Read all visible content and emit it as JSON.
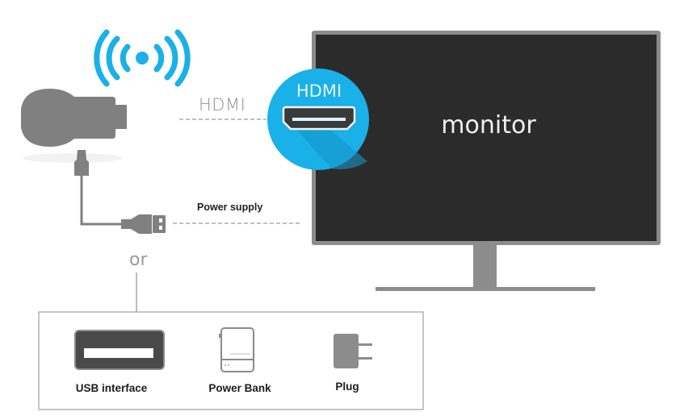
{
  "diagram": {
    "title": "Wireless display dongle connection diagram",
    "colors": {
      "accent_blue": "#1ab0e8",
      "device_gray": "#808080",
      "screen_dark": "#2b2b2b",
      "bezel_gray": "#8c8c8c"
    },
    "nodes": {
      "dongle": {
        "icon": "wifi-dongle-icon"
      },
      "wireless_signal": {
        "icon": "wireless-signal-icon"
      },
      "monitor": {
        "label": "monitor",
        "icon": "monitor-icon"
      },
      "hdmi_badge": {
        "label": "HDMI",
        "icon": "hdmi-port-icon"
      }
    },
    "connections": {
      "hdmi": {
        "label": "HDMI",
        "style": "dashed"
      },
      "power": {
        "label": "Power supply",
        "style": "dashed",
        "connector": "usb-a-plug-icon"
      }
    },
    "alternative_text": "or",
    "power_options": [
      {
        "label": "USB interface",
        "icon": "usb-port-icon"
      },
      {
        "label": "Power Bank",
        "icon": "power-bank-icon"
      },
      {
        "label": "Plug",
        "icon": "wall-plug-icon"
      }
    ]
  }
}
